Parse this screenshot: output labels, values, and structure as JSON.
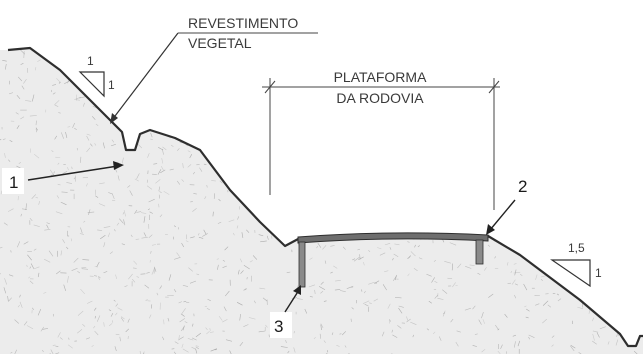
{
  "labels": {
    "revestimento_line1": "REVESTIMENTO",
    "revestimento_line2": "VEGETAL",
    "plataforma_line1": "PLATAFORMA",
    "plataforma_line2": "DA RODOVIA",
    "marker_1": "1",
    "marker_2": "2",
    "marker_3": "3"
  },
  "slopes": {
    "upper": {
      "rise": "1",
      "run": "1"
    },
    "lower": {
      "rise": "1,5",
      "run": "1"
    }
  },
  "colors": {
    "ground_fill": "#ececec",
    "ground_texture": "#9a9a9a",
    "outline": "#2e2e2e",
    "pavement": "#6e6e6e",
    "text": "#3a3a3a"
  }
}
